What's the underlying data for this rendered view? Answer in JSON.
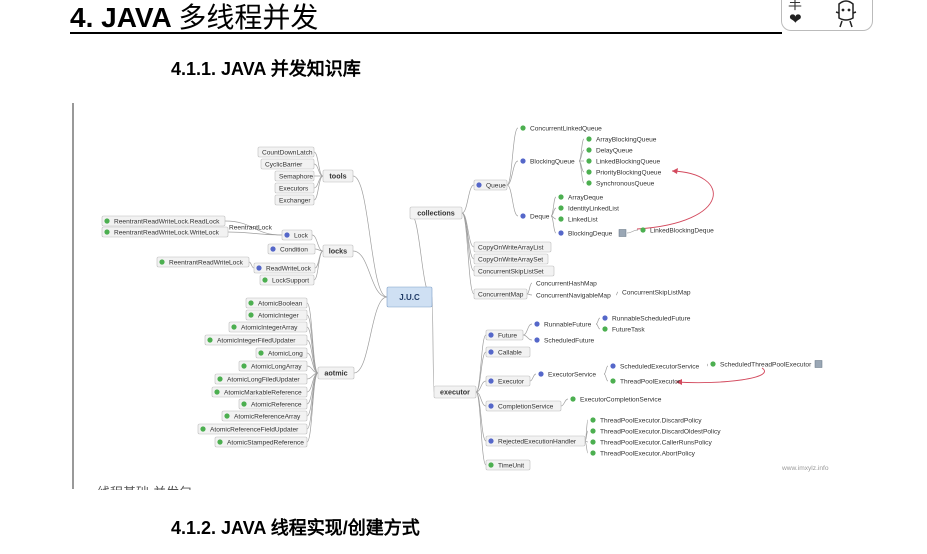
{
  "header": {
    "chapter_title_num": "4. JAVA",
    "chapter_title_text": "多线程并发",
    "corner_char": "丰"
  },
  "section1": {
    "heading": "4.1.1.  JAVA 并发知识库"
  },
  "section2": {
    "heading": "4.1.2.  JAVA 线程实现/创建方式"
  },
  "footer_cut_text": "线程基础 并发包",
  "colors": {
    "node_fill": "#f2f2f2",
    "node_stroke": "#bdbdbd",
    "line": "#9e9e9e",
    "icon_green": "#4caf50",
    "icon_blue": "#5567c9",
    "center_fill": "#cfe0f3",
    "arrow": "#d34a5e"
  },
  "mindmap": {
    "center": "J.U.C",
    "watermark": "www.imxylz.info",
    "tools": {
      "label": "tools",
      "items": [
        "CountDownLatch",
        "CyclicBarrier",
        "Semaphore",
        "Executors",
        "Exchanger"
      ]
    },
    "locks": {
      "label": "locks",
      "lock": "Lock",
      "reentrant_lock": "ReentrantLock",
      "rrwl_read": "ReentrantReadWriteLock.ReadLock",
      "rrwl_write": "ReentrantReadWriteLock.WriteLock",
      "condition": "Condition",
      "rrwl": "ReentrantReadWriteLock",
      "read_write_lock": "ReadWriteLock",
      "lock_support": "LockSupport"
    },
    "aotmic": {
      "label": "aotmic",
      "items": [
        "AtomicBoolean",
        "AtomicInteger",
        "AtomicIntegerArray",
        "AtomicIntegerFiledUpdater",
        "AtomicLong",
        "AtomicLongArray",
        "AtomicLongFiledUpdater",
        "AtomicMarkableReference",
        "AtomicReference",
        "AtomicReferenceArray",
        "AtomicReferenceFieldUpdater",
        "AtomicStampedReference"
      ]
    },
    "collections": {
      "label": "collections",
      "queue": "Queue",
      "concurrent_linked_queue": "ConcurrentLinkedQueue",
      "blocking_queue": "BlockingQueue",
      "blocking_items": [
        "ArrayBlockingQueue",
        "DelayQueue",
        "LinkedBlockingQueue",
        "PriorityBlockingQueue",
        "SynchronousQueue"
      ],
      "deque": "Deque",
      "deque_items": [
        "ArrayDeque",
        "IdentityLinkedList",
        "LinkedList"
      ],
      "blocking_deque": "BlockingDeque",
      "linked_blocking_deque": "LinkedBlockingDeque",
      "others": [
        "CopyOnWriteArrayList",
        "CopyOnWriteArraySet",
        "ConcurrentSkipListSet"
      ],
      "concurrent_map": "ConcurrentMap",
      "concurrent_hash_map": "ConcurrentHashMap",
      "concurrent_navigable_map": "ConcurrentNavigableMap",
      "concurrent_skip_list_map": "ConcurrentSkipListMap"
    },
    "executor": {
      "label": "executor",
      "future": "Future",
      "runnable_future": "RunnableFuture",
      "runnable_scheduled_future": "RunnableScheduledFuture",
      "future_task": "FutureTask",
      "scheduled_future": "ScheduledFuture",
      "callable": "Callable",
      "executor": "Executor",
      "executor_service": "ExecutorService",
      "scheduled_executor_service": "ScheduledExecutorService",
      "scheduled_thread_pool_executor": "ScheduledThreadPoolExecutor",
      "thread_pool_executor": "ThreadPoolExecutor",
      "completion_service": "CompletionService",
      "executor_completion_service": "ExecutorCompletionService",
      "rejected_execution_handler": "RejectedExecutionHandler",
      "policies": [
        "ThreadPoolExecutor.DiscardPolicy",
        "ThreadPoolExecutor.DiscardOldestPolicy",
        "ThreadPoolExecutor.CallerRunsPolicy",
        "ThreadPoolExecutor.AbortPolicy"
      ],
      "time_unit": "TimeUnit"
    }
  }
}
